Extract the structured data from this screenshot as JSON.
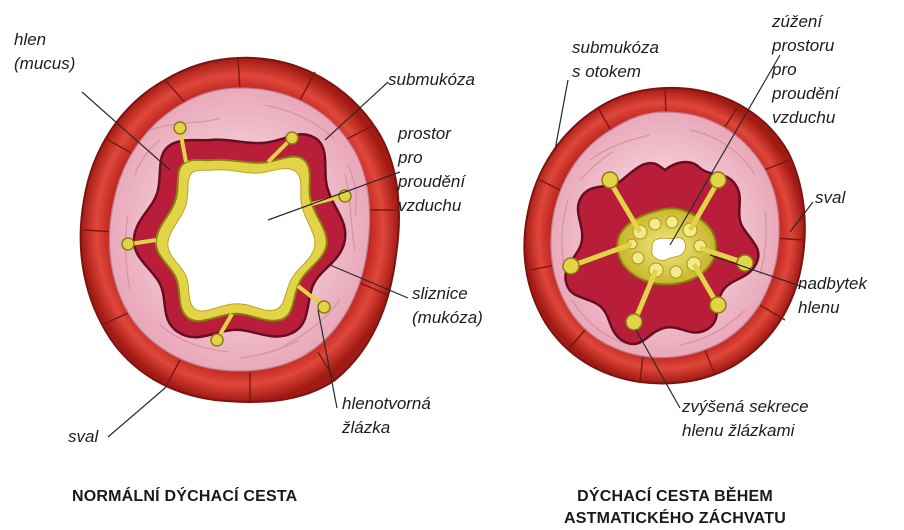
{
  "normal": {
    "caption": "NORMÁLNÍ DÝCHACÍ CESTA",
    "labels": {
      "mucus": [
        "hlen",
        "(mucus)"
      ],
      "submucosa": "submukóza",
      "airspace": [
        "prostor",
        "pro",
        "proudění",
        "vzduchu"
      ],
      "mucosa": [
        "sliznice",
        "(mukóza)"
      ],
      "gland": [
        "hlenotvorná",
        "žlázka"
      ],
      "muscle": "sval"
    }
  },
  "asthma": {
    "caption": [
      "DÝCHACÍ CESTA BĚHEM",
      "ASTMATICKÉHO ZÁCHVATU"
    ],
    "labels": {
      "submucosa": [
        "submukóza",
        "s otokem"
      ],
      "narrowing": [
        "zúžení",
        "prostoru",
        "pro",
        "proudění",
        "vzduchu"
      ],
      "muscle": "sval",
      "excess": [
        "nadbytek",
        "hlenu"
      ],
      "secretion": [
        "zvýšená sekrece",
        "hlenu žlázkami"
      ]
    }
  },
  "colors": {
    "muscle": "#d2352c",
    "muscle_dark": "#8e1b16",
    "submucosa": "#f0c0cc",
    "submucosa_stripe": "#d993a8",
    "mucosa": "#b81e3a",
    "mucosa_dark": "#6a0c1f",
    "mucus": "#e3d447",
    "mucus_dark": "#8a7d12"
  }
}
